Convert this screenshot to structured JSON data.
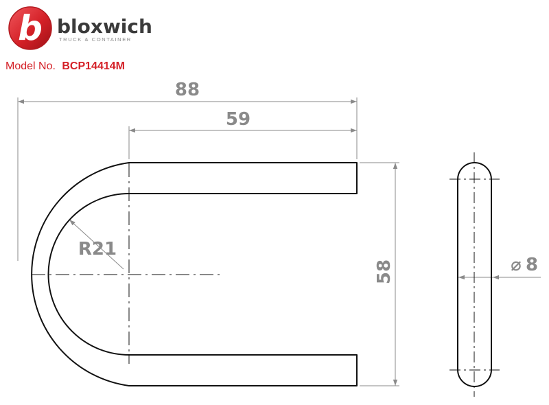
{
  "brand": {
    "name": "bloxwich",
    "tagline": "TRUCK & CONTAINER",
    "logo_letter": "b",
    "red": "#d42027",
    "text_color": "#3a3a3a"
  },
  "model": {
    "label": "Model No.",
    "number": "BCP14414M"
  },
  "dimensions": {
    "overall_length": "88",
    "straight_length": "59",
    "inner_radius": "R21",
    "height": "58",
    "diameter": "8",
    "diameter_symbol": "⌀"
  },
  "colors": {
    "part": "#111111",
    "dimension": "#8a8a8a"
  }
}
